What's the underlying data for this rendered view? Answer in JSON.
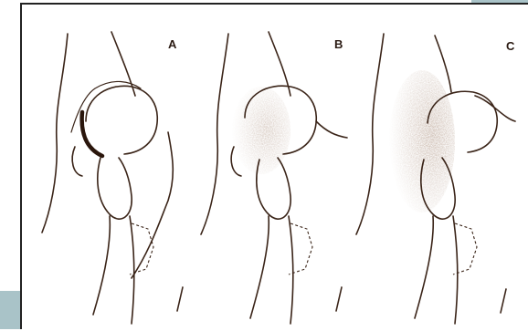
{
  "figure": {
    "panels": [
      {
        "label": "A"
      },
      {
        "label": "B"
      },
      {
        "label": "C"
      }
    ],
    "colors": {
      "ink": "#3a2418",
      "shade": "#5a3a26",
      "accent": "#a9c3c8"
    }
  }
}
